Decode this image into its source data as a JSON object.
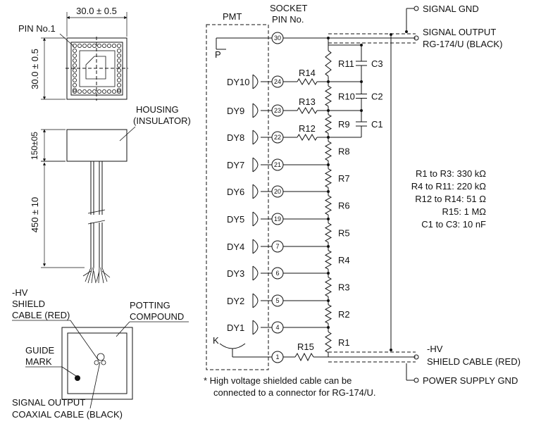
{
  "dims": {
    "width": "30.0 ± 0.5",
    "height": "30.0 ± 0.5",
    "housing_h": "150±05",
    "cable_len": "450 ± 10"
  },
  "labels": {
    "pin_no1": "PIN No.1",
    "housing1": "HOUSING",
    "housing2": "(INSULATOR)",
    "hv1": "-HV",
    "hv2": "SHIELD",
    "hv3": "CABLE (RED)",
    "potting1": "POTTING",
    "potting2": "COMPOUND",
    "guide1": "GUIDE",
    "guide2": "MARK",
    "sigout1": "SIGNAL OUTPUT",
    "sigout2": "COAXIAL CABLE (BLACK)"
  },
  "circuit": {
    "pmt": "PMT",
    "socket1": "SOCKET",
    "socket2": "PIN No.",
    "p": "P",
    "k": "K",
    "signal_gnd": "SIGNAL GND",
    "signal_output1": "SIGNAL OUTPUT",
    "signal_output2": "RG-174/U (BLACK)",
    "hv1": "-HV",
    "hv2": "SHIELD CABLE (RED)",
    "power_gnd": "POWER SUPPLY GND",
    "note1": "*  High voltage shielded cable can be",
    "note2": "connected to a connector for RG-174/U.",
    "values": [
      "R1 to R3: 330 kΩ",
      "R4 to R11: 220 kΩ",
      "R12 to R14: 51 Ω",
      "R15: 1 MΩ",
      "C1 to C3: 10 nF"
    ],
    "dynodes": [
      {
        "name": "DY10",
        "pin": "24",
        "series": "R14"
      },
      {
        "name": "DY9",
        "pin": "23",
        "series": "R13"
      },
      {
        "name": "DY8",
        "pin": "22",
        "series": "R12"
      },
      {
        "name": "DY7",
        "pin": "21"
      },
      {
        "name": "DY6",
        "pin": "20"
      },
      {
        "name": "DY5",
        "pin": "19"
      },
      {
        "name": "DY4",
        "pin": "7"
      },
      {
        "name": "DY3",
        "pin": "6"
      },
      {
        "name": "DY2",
        "pin": "5"
      },
      {
        "name": "DY1",
        "pin": "4"
      }
    ],
    "chain": [
      "R11",
      "R10",
      "R9",
      "R8",
      "R7",
      "R6",
      "R5",
      "R4",
      "R3",
      "R2",
      "R1"
    ],
    "caps": [
      "C3",
      "C2",
      "C1"
    ],
    "anode_pin": "30",
    "cathode_pin": "1",
    "r15": "R15"
  }
}
